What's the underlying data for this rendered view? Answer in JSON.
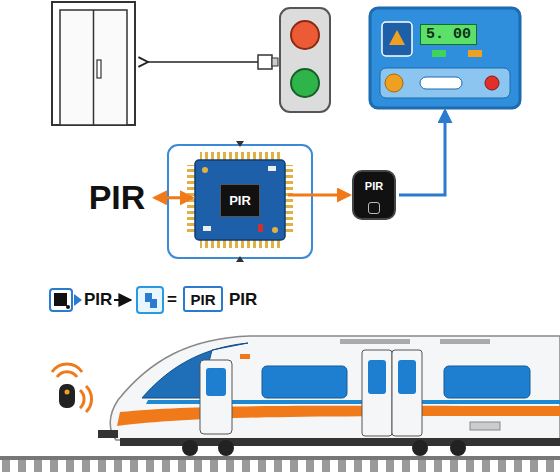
{
  "diagram": {
    "nodes": [
      {
        "text": [
          "5. 00"
        ]
      },
      {
        "text": [
          "PIR"
        ]
      },
      {
        "text": [
          "PIR"
        ]
      },
      {
        "text": [
          "PIR"
        ]
      },
      {
        "text": [
          "PIR"
        ]
      }
    ],
    "edges": [
      {
        "from": 1,
        "to": 2,
        "arrow": "both"
      },
      {
        "from": 2,
        "to": 3,
        "arrow": "to"
      },
      {
        "from": 3,
        "to": 0,
        "arrow": "to"
      }
    ],
    "labels": [
      "PIR",
      "=",
      "PIR"
    ]
  }
}
